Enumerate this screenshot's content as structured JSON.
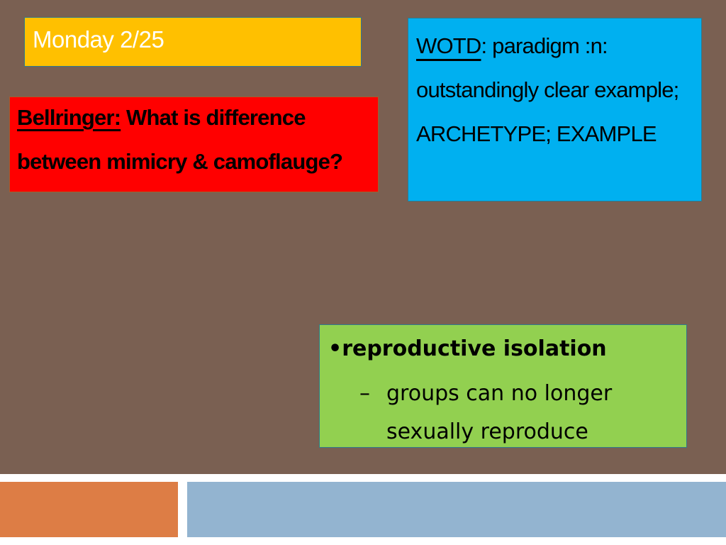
{
  "date": "Monday 2/25",
  "bellringer": {
    "label": "Bellringer:",
    "question": " What is difference between mimicry & camoflauge?"
  },
  "wotd": {
    "label": "WOTD",
    "definition": ": paradigm :n: outstandingly clear example; ARCHETYPE; EXAMPLE"
  },
  "notes": {
    "bullet_marker": "•",
    "term": "reproductive isolation",
    "dash": "–",
    "description": "groups can no longer sexually reproduce"
  },
  "colors": {
    "background": "#7a6052",
    "date_box": "#ffc000",
    "bellringer_box": "#ff0000",
    "wotd_box": "#00b0f0",
    "notes_box": "#92d050",
    "footer_orange": "#dd7d45",
    "footer_blue": "#93b4d0"
  }
}
